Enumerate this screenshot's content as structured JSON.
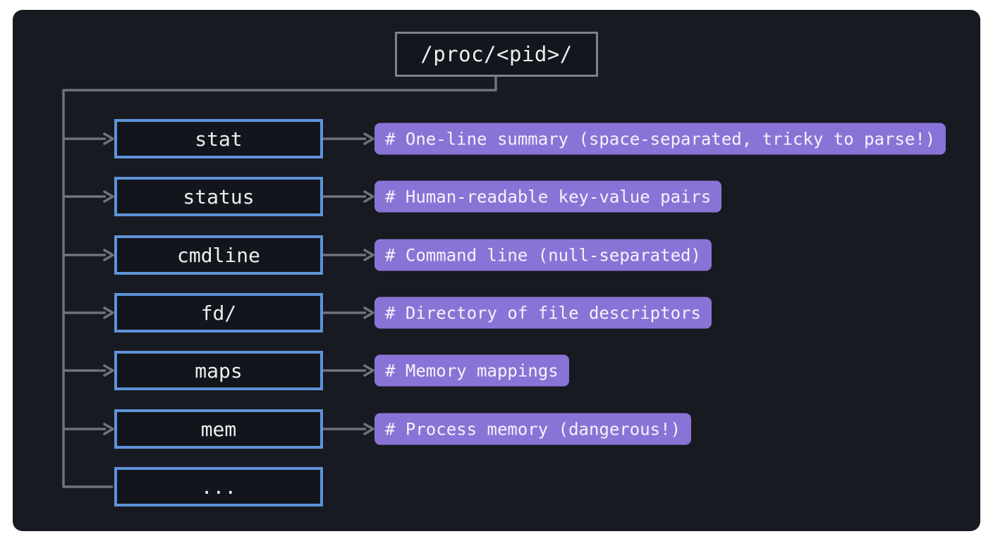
{
  "diagram": {
    "root": {
      "label": "/proc/<pid>/"
    },
    "rows": [
      {
        "name": "stat",
        "annotation": "# One-line summary (space-separated, tricky to parse!)"
      },
      {
        "name": "status",
        "annotation": "# Human-readable key-value pairs"
      },
      {
        "name": "cmdline",
        "annotation": "# Command line (null-separated)"
      },
      {
        "name": "fd/",
        "annotation": "# Directory of file descriptors"
      },
      {
        "name": "maps",
        "annotation": "# Memory mappings"
      },
      {
        "name": "mem",
        "annotation": "# Process memory (dangerous!)"
      },
      {
        "name": "...",
        "annotation": ""
      }
    ],
    "colors": {
      "page_background": "#ffffff",
      "canvas_background": "#171a21",
      "node_fill": "#12151b",
      "node_border_blue": "#5e93d8",
      "root_border_gray": "#7a838d",
      "connector_gray": "#6d747c",
      "annotation_purple": "#8a73d6",
      "text_light": "#eceef1"
    }
  }
}
